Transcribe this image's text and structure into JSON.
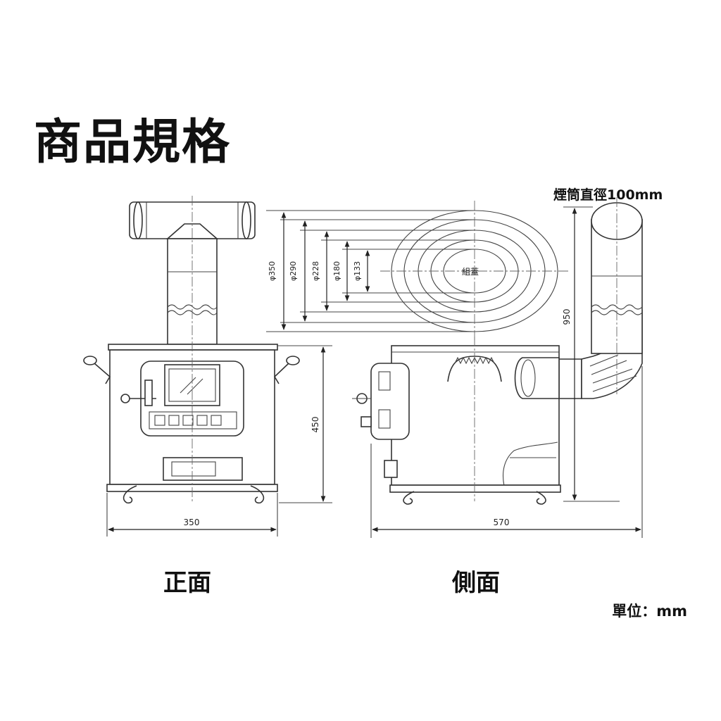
{
  "title": "商品規格",
  "chimney_note": "煙筒直徑100mm",
  "unit_note": "單位：mm",
  "front_view": {
    "caption": "正面",
    "width_label": "350",
    "height_label": "450"
  },
  "side_view": {
    "caption": "側面",
    "depth_label": "570",
    "chimney_height_label": "950"
  },
  "rings": {
    "center_label": "組蓋",
    "diameters": [
      "φ350",
      "φ290",
      "φ228",
      "φ180",
      "φ133"
    ]
  }
}
